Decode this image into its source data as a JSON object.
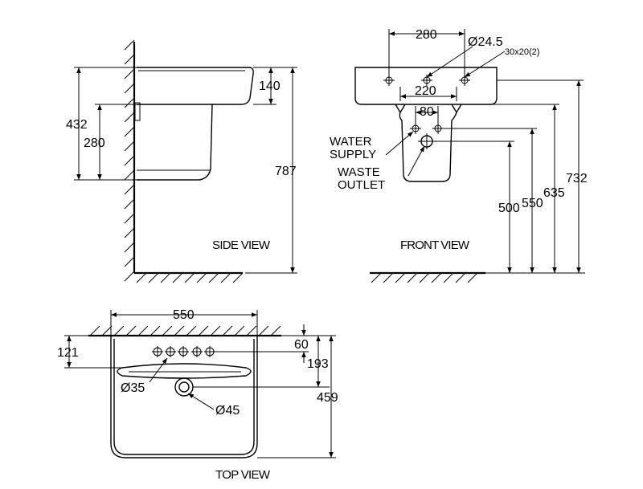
{
  "side_view": {
    "title": "SIDE VIEW",
    "dims": {
      "d140": "140",
      "d432": "432",
      "d280": "280",
      "d787": "787"
    }
  },
  "front_view": {
    "title": "FRONT VIEW",
    "dims": {
      "d280": "280",
      "d220": "220",
      "d80": "80",
      "hole": "Ø24.5",
      "slot": "30x20(2)",
      "d500": "500",
      "d550": "550",
      "d635": "635",
      "d732": "732"
    },
    "labels": {
      "water_1": "WATER",
      "water_2": "SUPPLY",
      "waste_1": "WASTE",
      "waste_2": "OUTLET"
    }
  },
  "top_view": {
    "title": "TOP VIEW",
    "dims": {
      "d550": "550",
      "d121": "121",
      "d60": "60",
      "d193": "193",
      "d459": "459",
      "d35": "Ø35",
      "d45": "Ø45"
    }
  }
}
